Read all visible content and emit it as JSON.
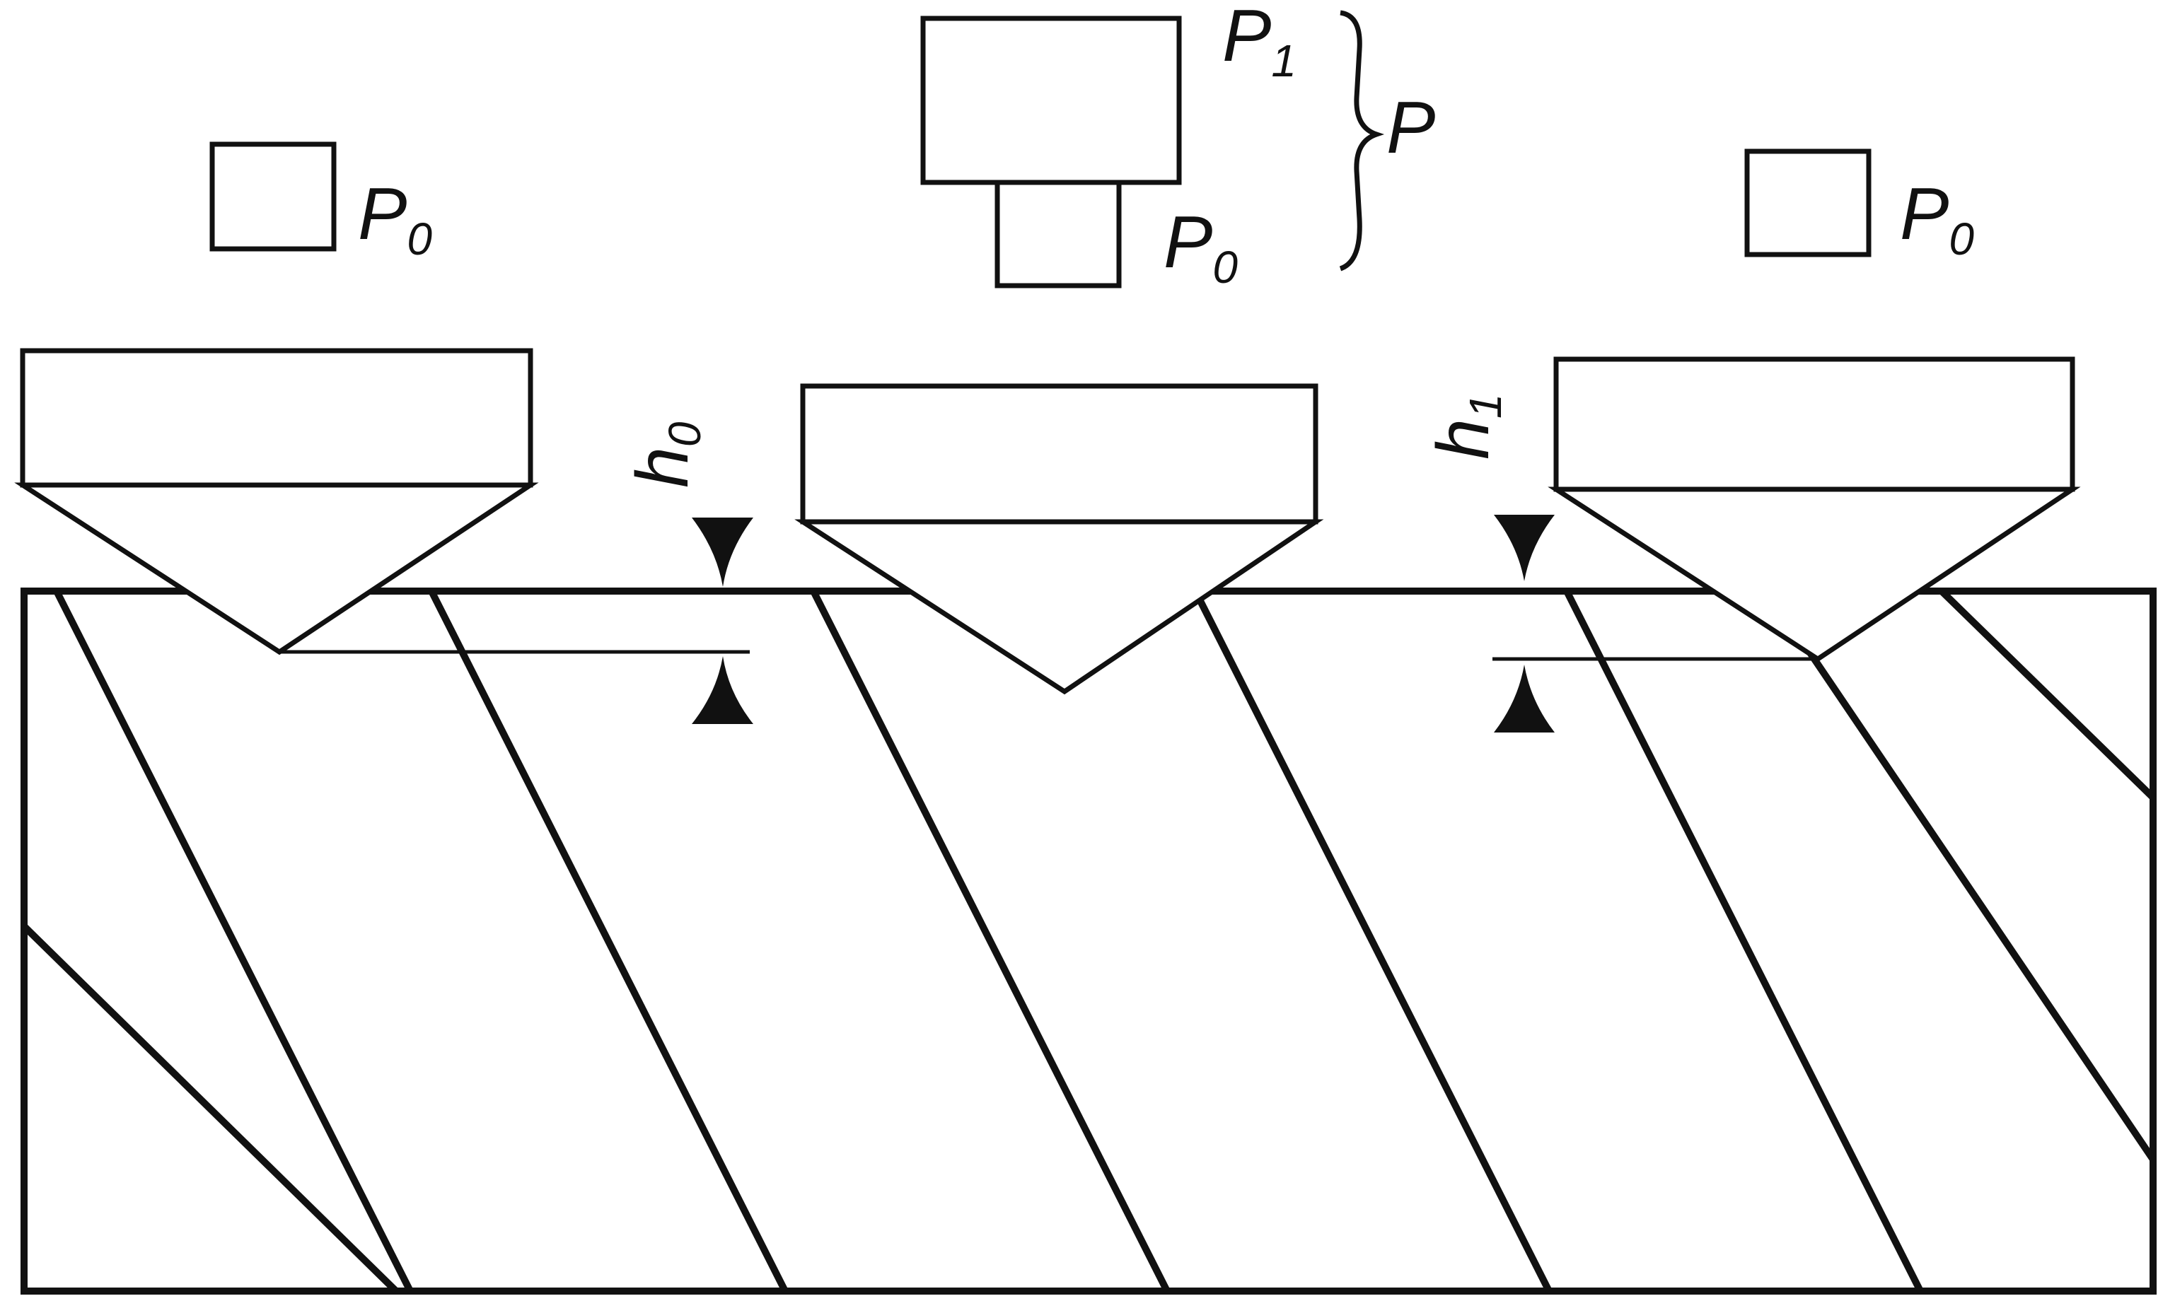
{
  "labels": {
    "left_load_letter": "P",
    "left_load_sub": "0",
    "center_main_letter": "P",
    "center_main_sub": "1",
    "center_preload_letter": "P",
    "center_preload_sub": "0",
    "total_load_letter": "P",
    "right_load_letter": "P",
    "right_load_sub": "0",
    "depth0_letter": "h",
    "depth0_sub": "0",
    "depth1_letter": "h",
    "depth1_sub": "1"
  },
  "colors": {
    "line": "#111111",
    "background": "#ffffff"
  }
}
